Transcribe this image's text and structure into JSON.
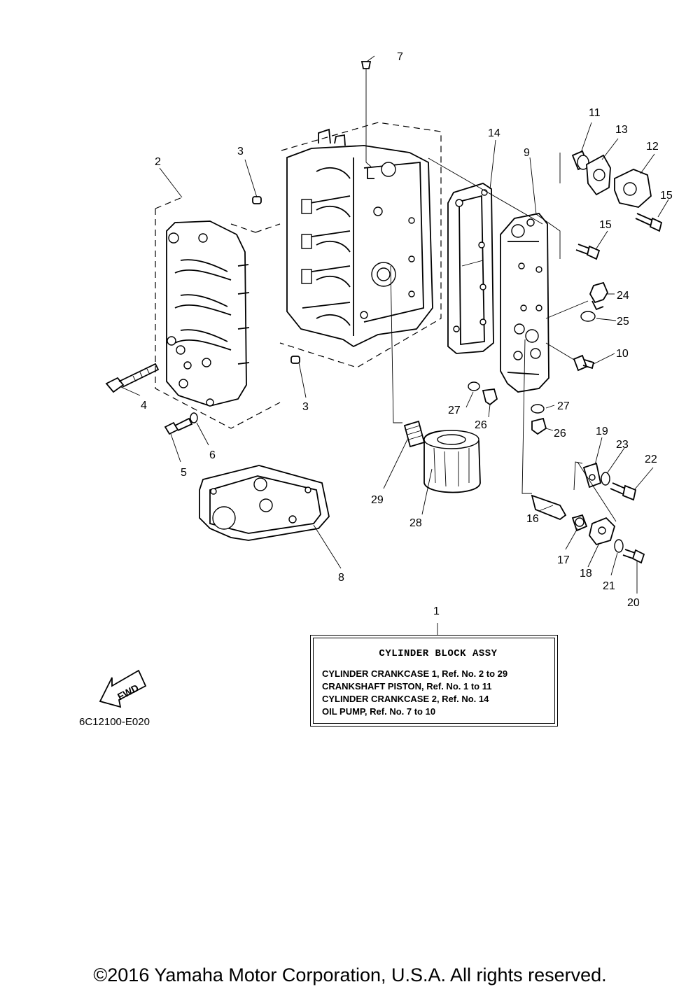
{
  "callouts": [
    {
      "id": "c1",
      "text": "1"
    },
    {
      "id": "c2",
      "text": "2"
    },
    {
      "id": "c3a",
      "text": "3"
    },
    {
      "id": "c3b",
      "text": "3"
    },
    {
      "id": "c4",
      "text": "4"
    },
    {
      "id": "c5",
      "text": "5"
    },
    {
      "id": "c6",
      "text": "6"
    },
    {
      "id": "c7",
      "text": "7"
    },
    {
      "id": "c8",
      "text": "8"
    },
    {
      "id": "c9",
      "text": "9"
    },
    {
      "id": "c10",
      "text": "10"
    },
    {
      "id": "c11",
      "text": "11"
    },
    {
      "id": "c12",
      "text": "12"
    },
    {
      "id": "c13",
      "text": "13"
    },
    {
      "id": "c14",
      "text": "14"
    },
    {
      "id": "c15a",
      "text": "15"
    },
    {
      "id": "c15b",
      "text": "15"
    },
    {
      "id": "c16",
      "text": "16"
    },
    {
      "id": "c17",
      "text": "17"
    },
    {
      "id": "c18",
      "text": "18"
    },
    {
      "id": "c19",
      "text": "19"
    },
    {
      "id": "c20",
      "text": "20"
    },
    {
      "id": "c21",
      "text": "21"
    },
    {
      "id": "c22",
      "text": "22"
    },
    {
      "id": "c23",
      "text": "23"
    },
    {
      "id": "c24",
      "text": "24"
    },
    {
      "id": "c25",
      "text": "25"
    },
    {
      "id": "c26a",
      "text": "26"
    },
    {
      "id": "c26b",
      "text": "26"
    },
    {
      "id": "c27a",
      "text": "27"
    },
    {
      "id": "c27b",
      "text": "27"
    },
    {
      "id": "c28",
      "text": "28"
    },
    {
      "id": "c29",
      "text": "29"
    }
  ],
  "legend": {
    "title": "CYLINDER BLOCK ASSY",
    "lines": [
      "CYLINDER CRANKCASE 1,  Ref. No. 2 to 29",
      "CRANKSHAFT PISTON, Ref. No. 1 to 11",
      "CYLINDER CRANKCASE 2, Ref. No. 14",
      "OIL PUMP,   Ref. No. 7 to 10"
    ]
  },
  "fwd_label": "FWD",
  "diagram_code": "6C12100-E020",
  "copyright": "©2016 Yamaha Motor Corporation, U.S.A. All rights reserved."
}
